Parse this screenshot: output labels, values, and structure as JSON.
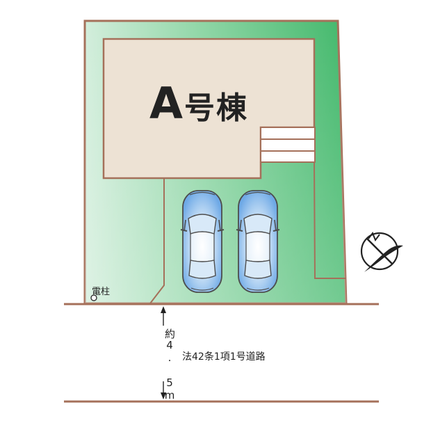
{
  "plan": {
    "building_label": "A号棟",
    "building_label_main": "A",
    "building_label_suffix": "号棟",
    "utility_pole_label": "電柱",
    "road_label": "法42条1項1号道路",
    "road_width_label": "約4. 5m",
    "parking_spaces": 2
  },
  "icons": {
    "compass": "north-compass-icon",
    "car": "car-top-view-icon",
    "utility_pole": "utility-pole-circle-icon"
  },
  "colors": {
    "lot_green_dark": "#3fb96a",
    "lot_green_light": "#c8ead3",
    "boundary": "#a5705a",
    "building_fill": "#ede2d4",
    "car_blue": "#7fb8ee",
    "text": "#222222"
  }
}
